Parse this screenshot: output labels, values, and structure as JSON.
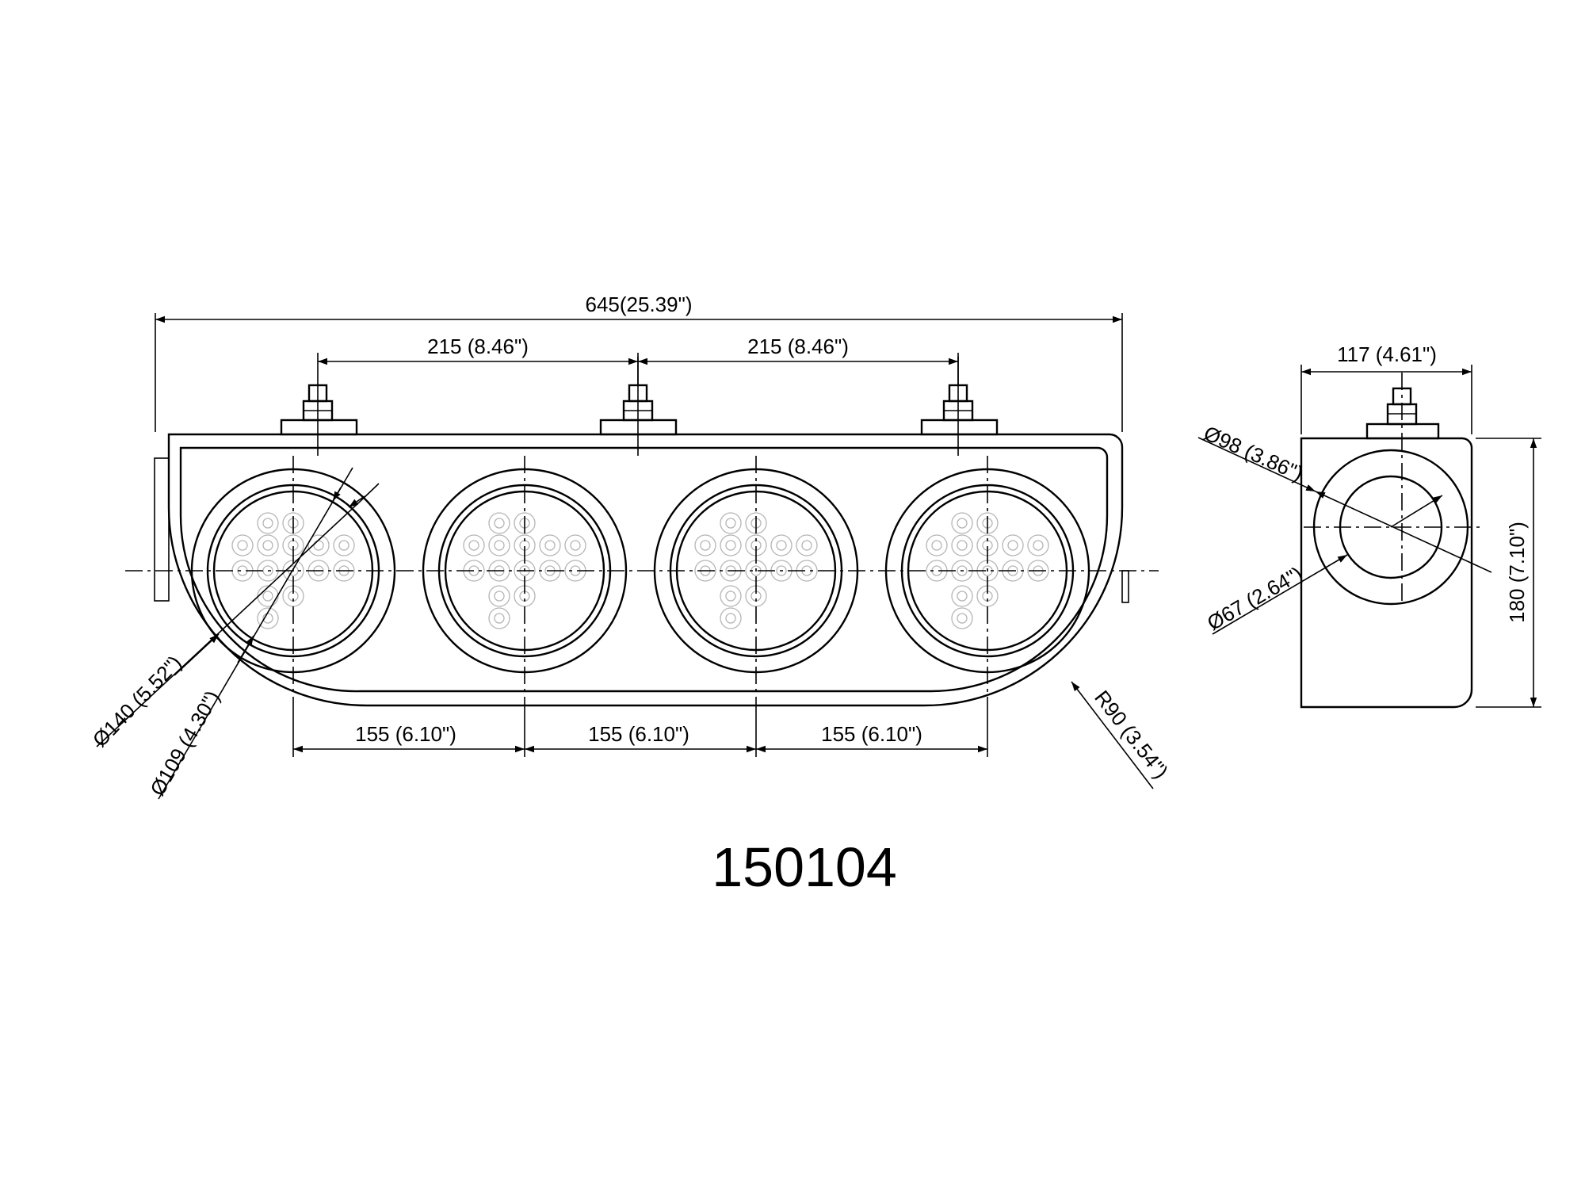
{
  "drawing": {
    "part_number": "150104",
    "front_view": {
      "overall_width": "645(25.39\")",
      "bolt_spacing_left": "215 (8.46\")",
      "bolt_spacing_right": "215 (8.46\")",
      "lamp_pitch_1": "155 (6.10\")",
      "lamp_pitch_2": "155 (6.10\")",
      "lamp_pitch_3": "155 (6.10\")",
      "outer_ring_diameter": "Ø140 (5.52\")",
      "lens_diameter": "Ø109 (4.30\")",
      "corner_radius": "R90 (3.54\")"
    },
    "side_view": {
      "depth": "117 (4.61\")",
      "height": "180 (7.10\")",
      "outer_diameter": "Ø98 (3.86\")",
      "inner_diameter": "Ø67 (2.64\")"
    }
  }
}
